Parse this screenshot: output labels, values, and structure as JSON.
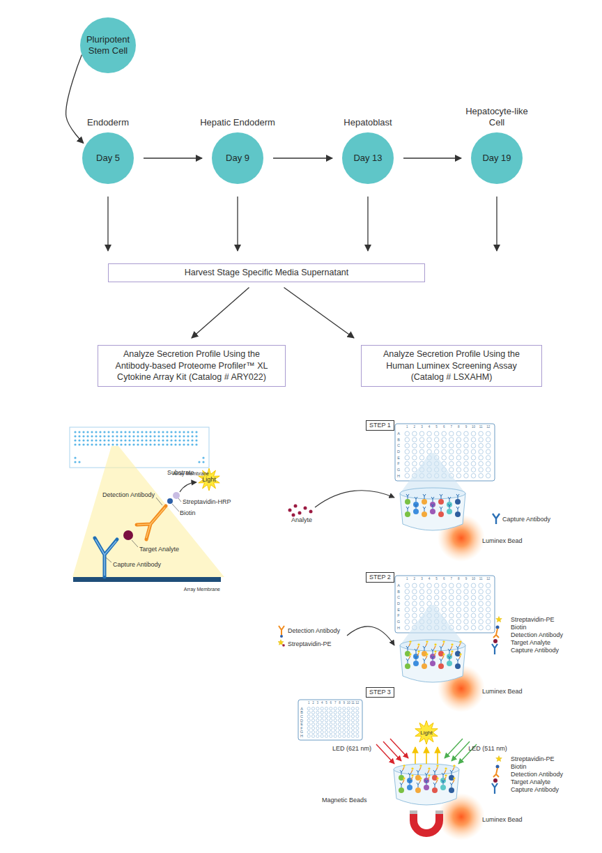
{
  "diagram": {
    "nodes": [
      {
        "text": [
          "Pluripotent Stem Cell"
        ]
      },
      {
        "text": [
          "Endoderm",
          "Day 5"
        ]
      },
      {
        "text": [
          "Hepatic Endoderm",
          "Day 9"
        ]
      },
      {
        "text": [
          "Hepatoblast",
          "Day 13"
        ]
      },
      {
        "text": [
          "Hepatocyte-like Cell",
          "Day 19"
        ]
      },
      {
        "text": [
          "Harvest Stage Specific Media Supernatant"
        ]
      },
      {
        "text": [
          "Analyze Secretion Profile Using the Antibody-based Proteome Profiler™ XL Cytokine Array Kit (Catalog # ARY022)"
        ]
      },
      {
        "text": [
          "Analyze Secretion Profile Using the Human Luminex Screening Assay (Catalog # LSXAHM)"
        ]
      },
      {
        "text": [
          "STEP 1"
        ]
      },
      {
        "text": [
          "STEP 2"
        ]
      },
      {
        "text": [
          "STEP 3"
        ]
      }
    ],
    "edges": [
      {
        "from": 0,
        "to": 1,
        "arrow": "to"
      },
      {
        "from": 1,
        "to": 2,
        "arrow": "to"
      },
      {
        "from": 2,
        "to": 3,
        "arrow": "to"
      },
      {
        "from": 3,
        "to": 4,
        "arrow": "to"
      },
      {
        "from": 1,
        "to": 5,
        "arrow": "to"
      },
      {
        "from": 2,
        "to": 5,
        "arrow": "to"
      },
      {
        "from": 3,
        "to": 5,
        "arrow": "to"
      },
      {
        "from": 4,
        "to": 5,
        "arrow": "to"
      },
      {
        "from": 5,
        "to": 6,
        "arrow": "to"
      },
      {
        "from": 5,
        "to": 7,
        "arrow": "to"
      }
    ],
    "labels": [
      "Array Membrane",
      "Detection Antibody",
      "Substrate",
      "Light",
      "Streptavidin-HRP",
      "Biotin",
      "Target Analyte",
      "Capture Antibody",
      "Array Membrane",
      "Analyte",
      "Capture Antibody",
      "Luminex Bead",
      "Detection Antibody",
      "Streptavidin-PE",
      "Streptavidin-PE",
      "Biotin",
      "Detection Antibody",
      "Target Analyte",
      "Capture Antibody",
      "Luminex Bead",
      "Light",
      "LED (621 nm)",
      "LED (511 nm)",
      "Streptavidin-PE",
      "Biotin",
      "Detection Antibody",
      "Target Analyte",
      "Capture Antibody",
      "Luminex Bead",
      "Magnetic Beads",
      "A",
      "B",
      "C",
      "D",
      "E",
      "F",
      "G",
      "H",
      "1",
      "2",
      "3",
      "4",
      "5",
      "6",
      "7",
      "8",
      "9",
      "10",
      "11",
      "12",
      "A",
      "B",
      "C",
      "D",
      "E",
      "F",
      "G",
      "H",
      "1",
      "2",
      "3",
      "4",
      "5",
      "6",
      "7",
      "8",
      "9",
      "10",
      "11",
      "12",
      "A",
      "B",
      "C",
      "D",
      "E",
      "F",
      "G",
      "H",
      "1",
      "2",
      "3",
      "4",
      "5",
      "6",
      "7",
      "8",
      "9",
      "10",
      "11",
      "12"
    ]
  }
}
